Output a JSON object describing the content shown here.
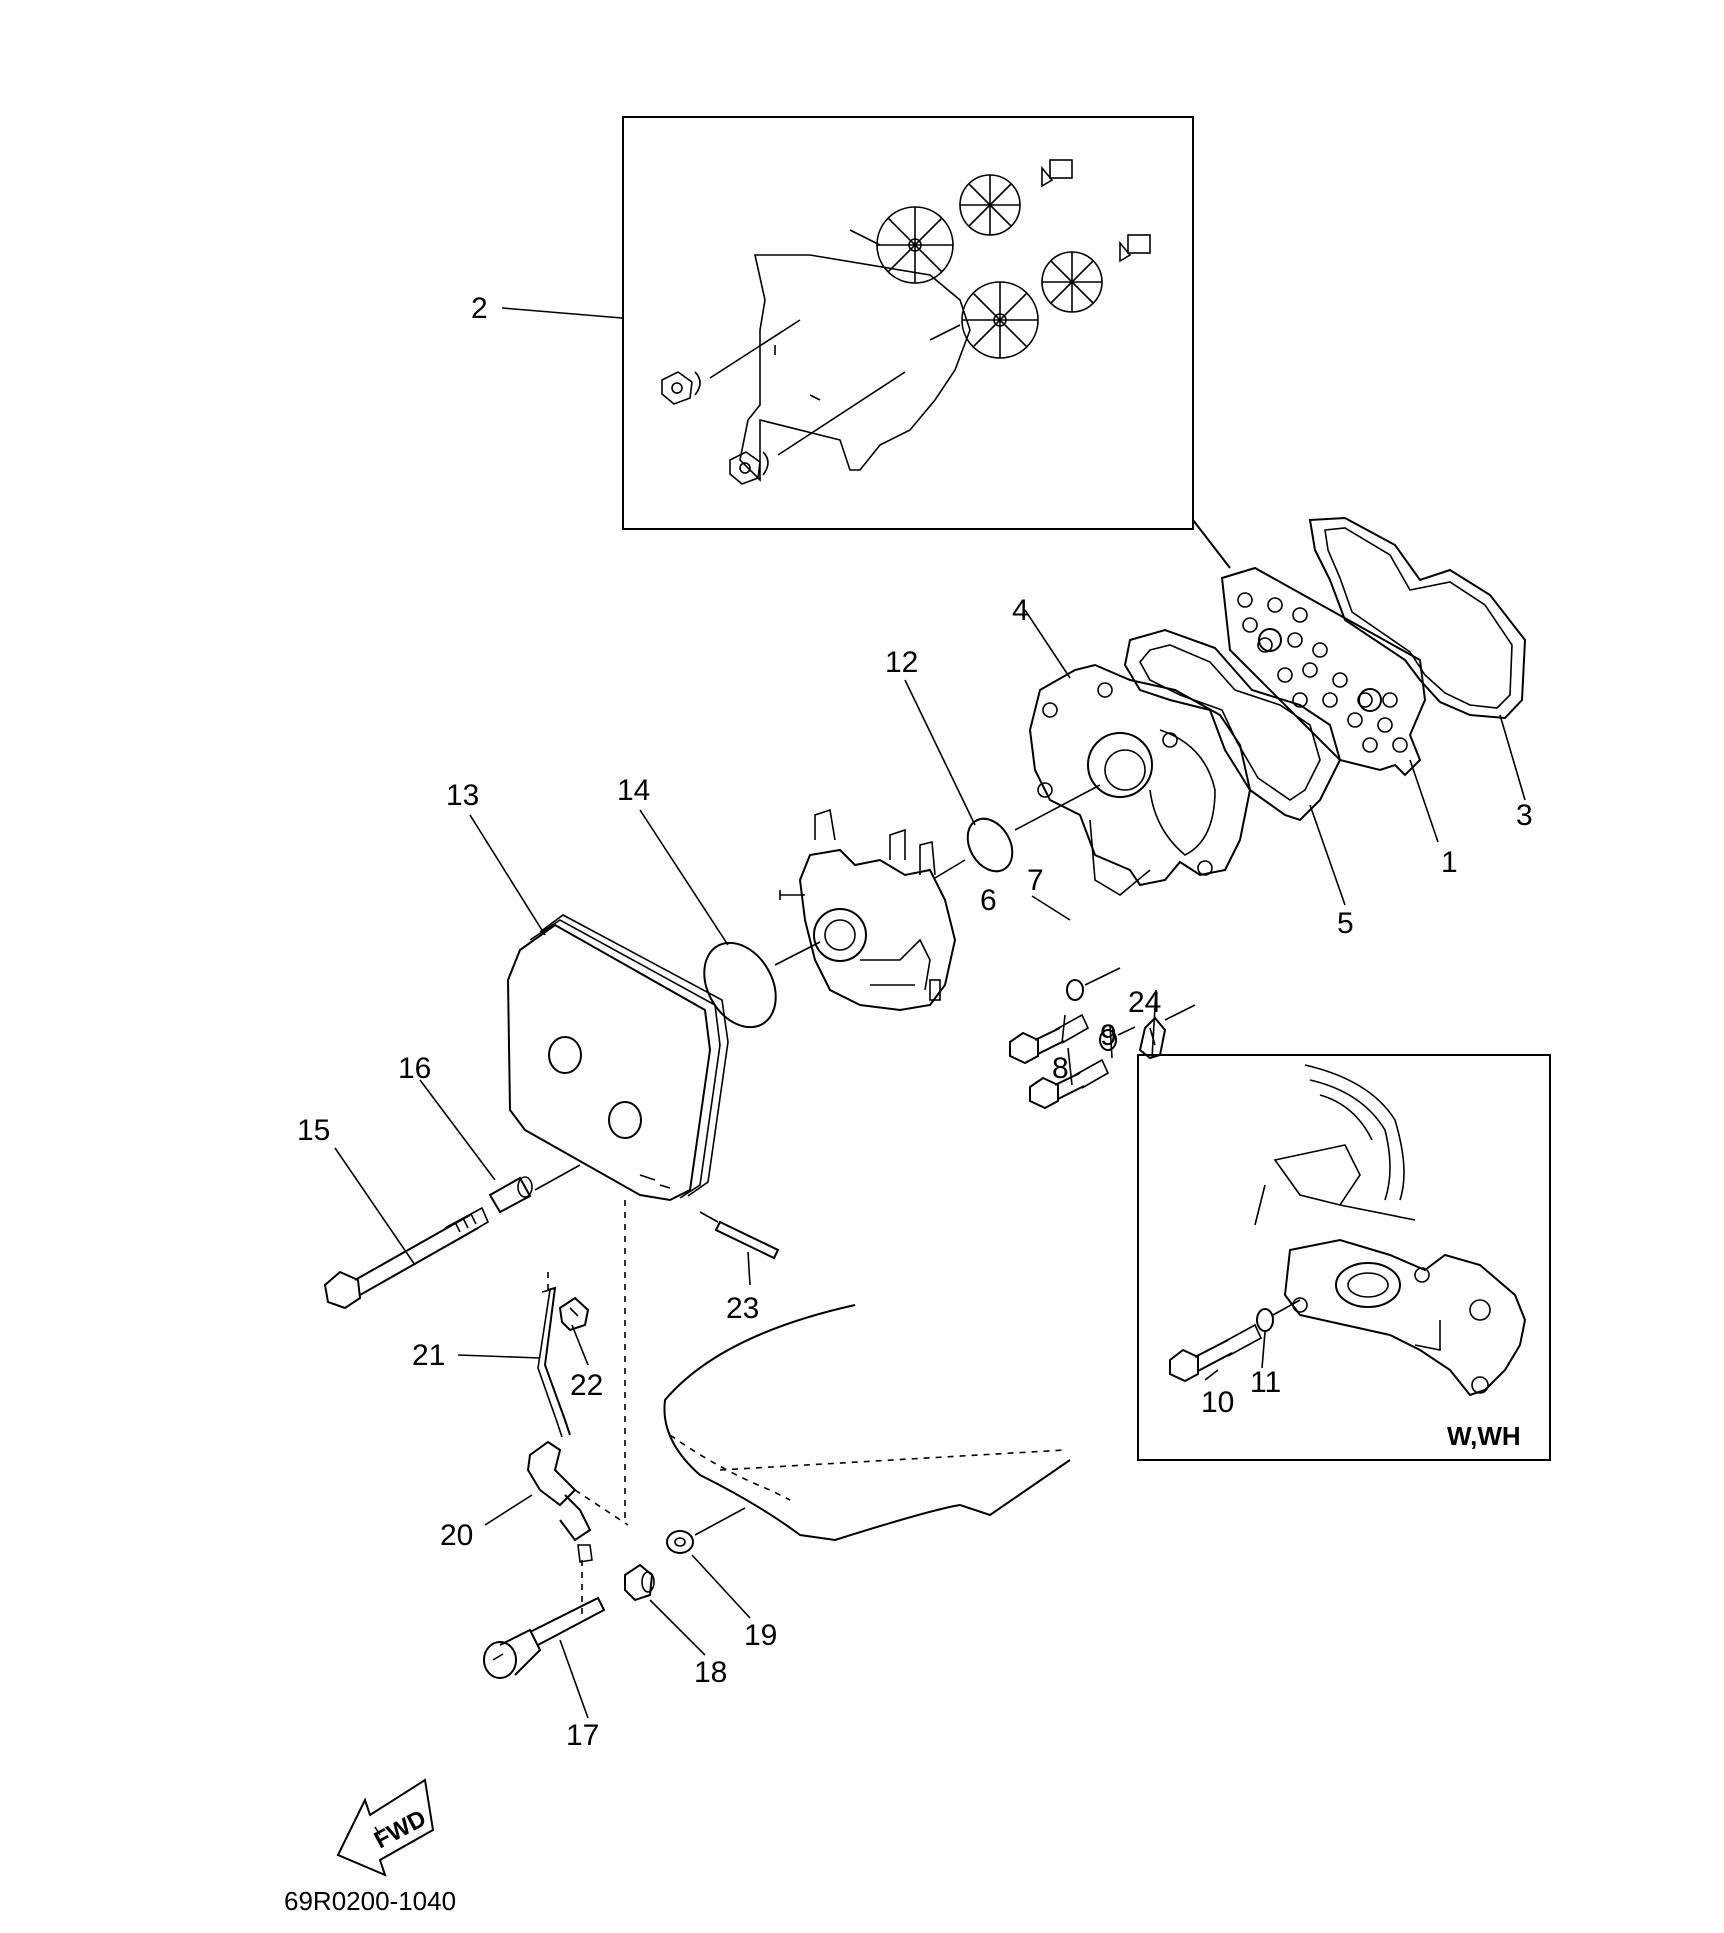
{
  "diagram": {
    "part_numbers": {
      "p1": "1",
      "p2": "2",
      "p3": "3",
      "p4": "4",
      "p5": "5",
      "p6": "6",
      "p7": "7",
      "p8": "8",
      "p9": "9",
      "p10": "10",
      "p11": "11",
      "p12": "12",
      "p13": "13",
      "p14": "14",
      "p15": "15",
      "p16": "16",
      "p17": "17",
      "p18": "18",
      "p19": "19",
      "p20": "20",
      "p21": "21",
      "p22": "22",
      "p23": "23",
      "p24": "24"
    },
    "inset_label": "W,WH",
    "fwd_label": "FWD",
    "drawing_code": "69R0200-1040"
  }
}
